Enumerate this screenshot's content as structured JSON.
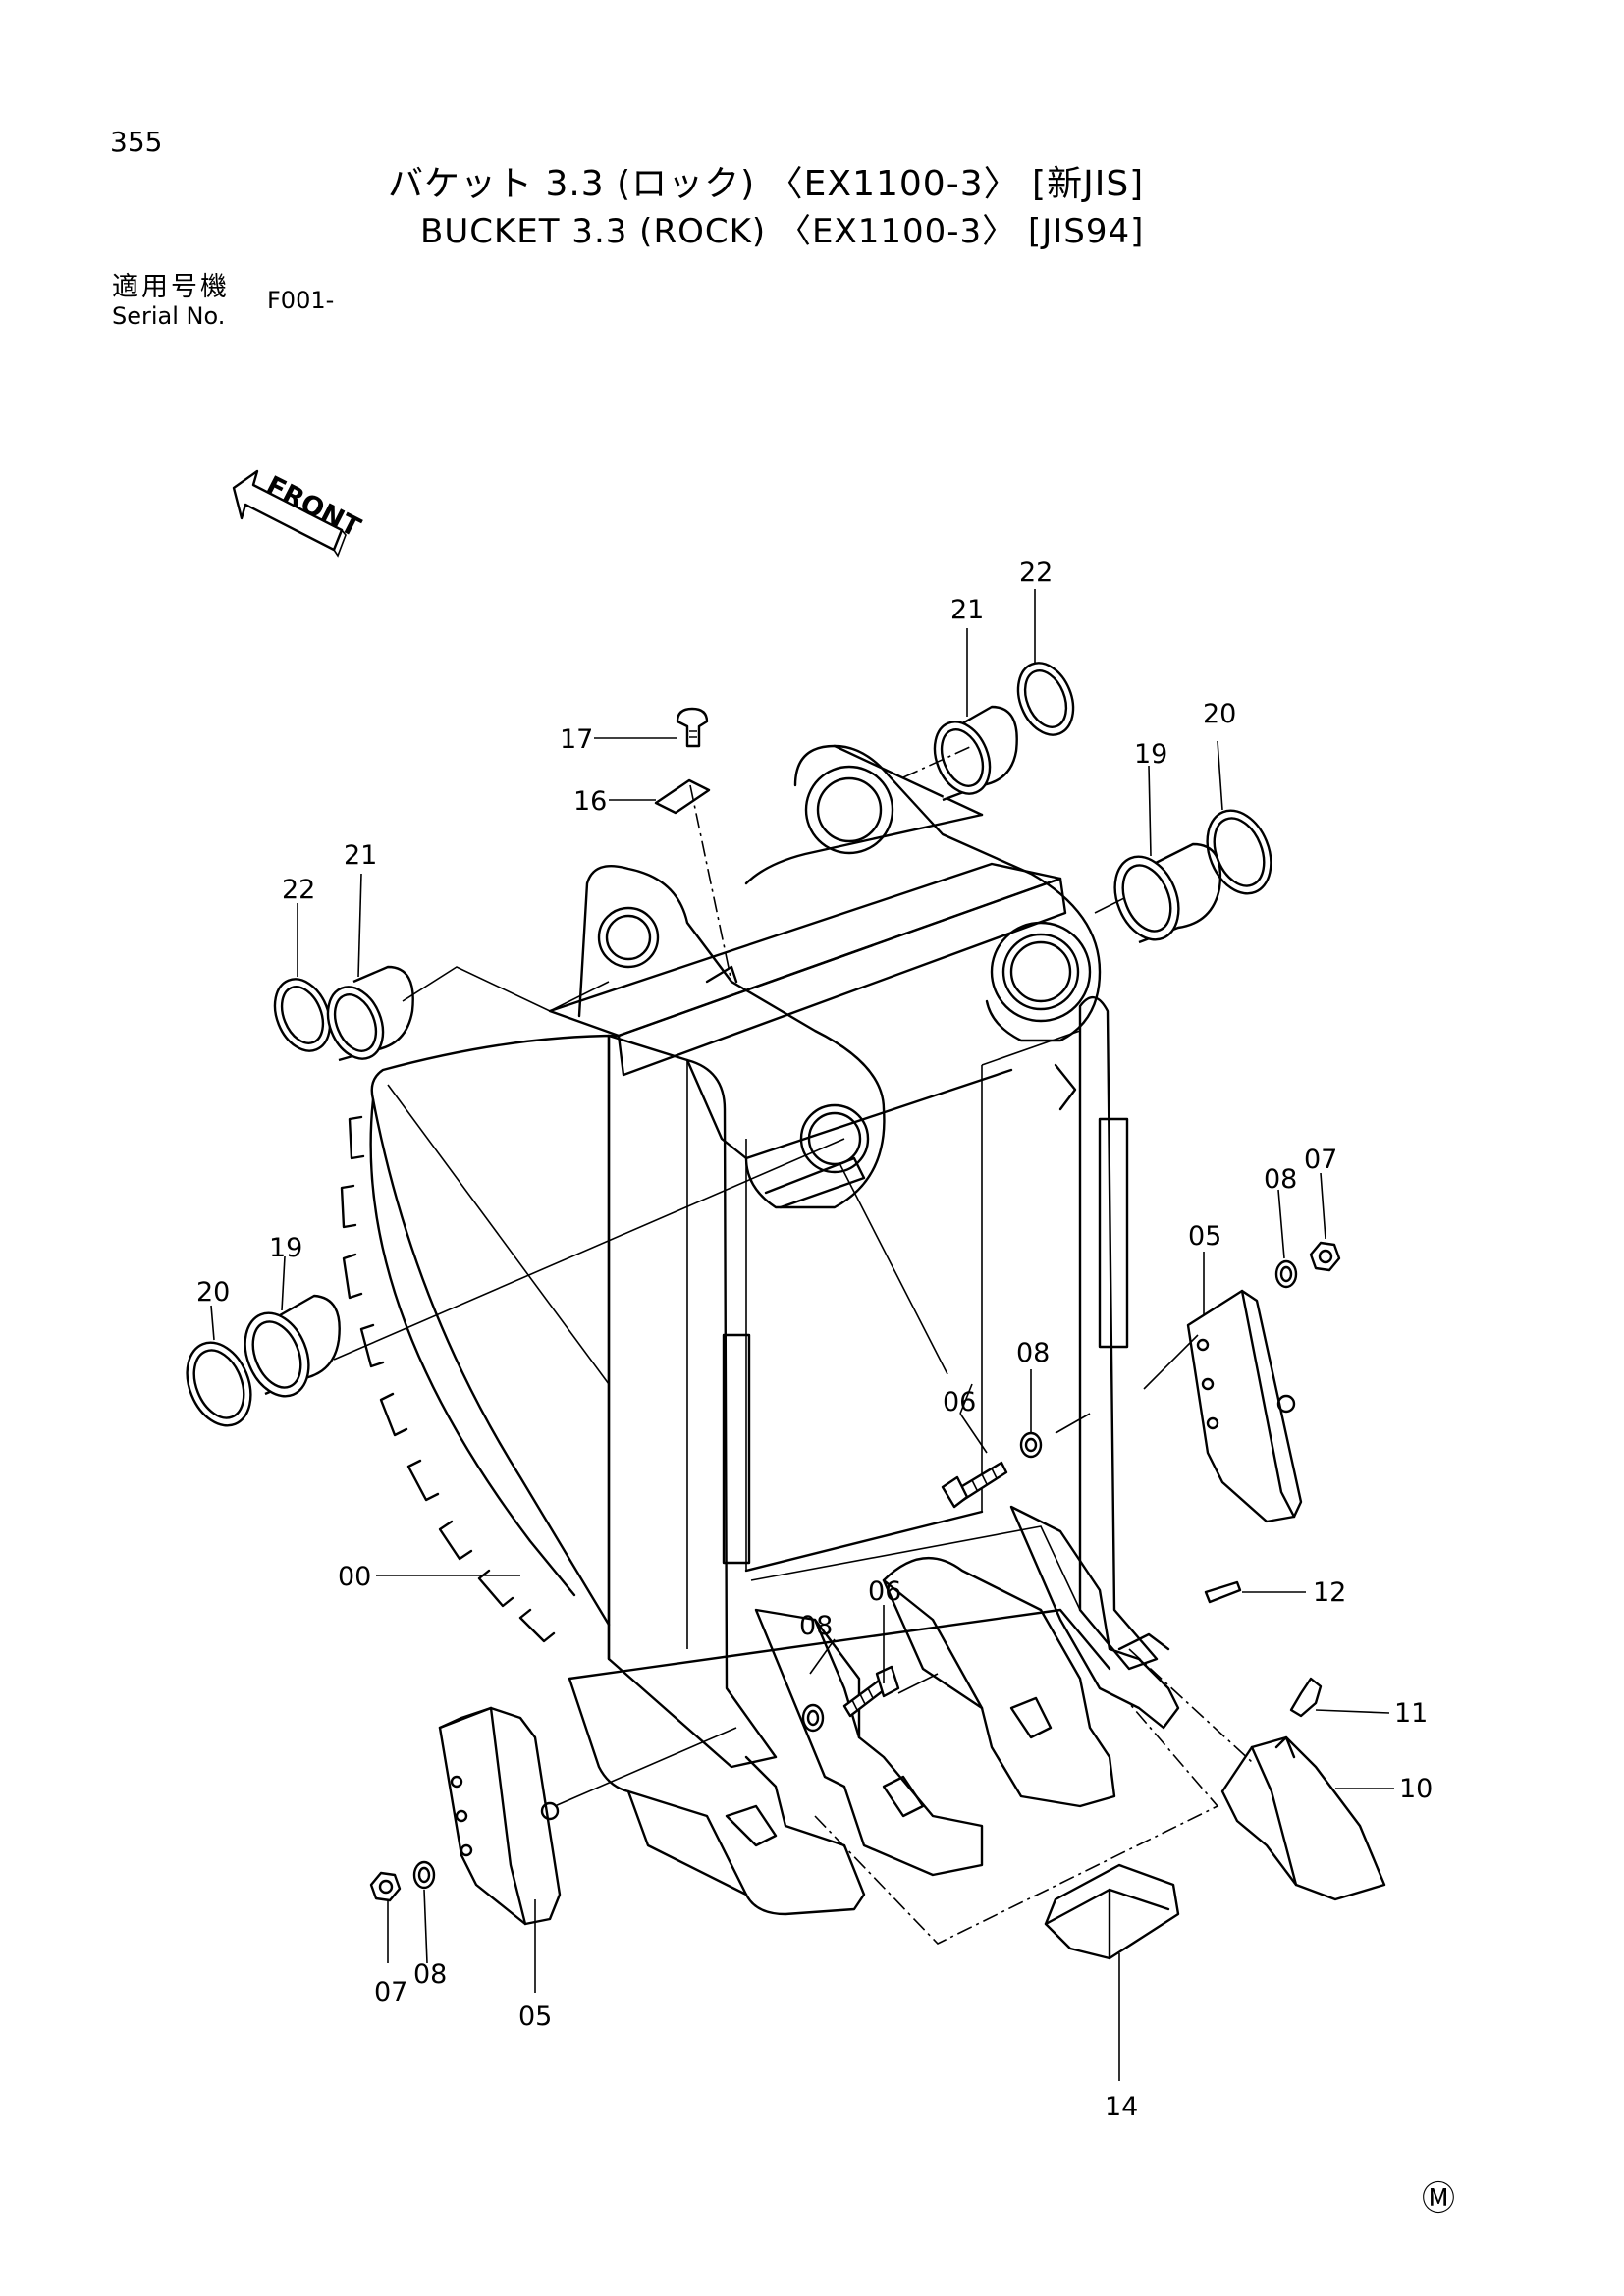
{
  "page": {
    "number": "355",
    "title_ja": "バケット 3.3 (ロック) 〈EX1100-3〉 [新JIS]",
    "title_en": "BUCKET 3.3 (ROCK) 〈EX1100-3〉 [JIS94]",
    "serial_label_ja": "適用号機",
    "serial_label_en": "Serial No.",
    "serial_value": "F001-",
    "mark": "Ⓜ"
  },
  "diagram": {
    "front_label": "FRONT",
    "callouts": {
      "c00": "00",
      "c05_left": "05",
      "c05_right": "05",
      "c06_upper": "06",
      "c06_lower": "06",
      "c07_left": "07",
      "c07_right": "07",
      "c08_left": "08",
      "c08_mid": "08",
      "c08_right_upper": "08",
      "c08_right_lower": "08",
      "c10": "10",
      "c11": "11",
      "c12": "12",
      "c14": "14",
      "c16": "16",
      "c17": "17",
      "c19_left": "19",
      "c19_right": "19",
      "c20_left": "20",
      "c20_right": "20",
      "c21_left": "21",
      "c21_right": "21",
      "c22_left": "22",
      "c22_right": "22"
    }
  }
}
